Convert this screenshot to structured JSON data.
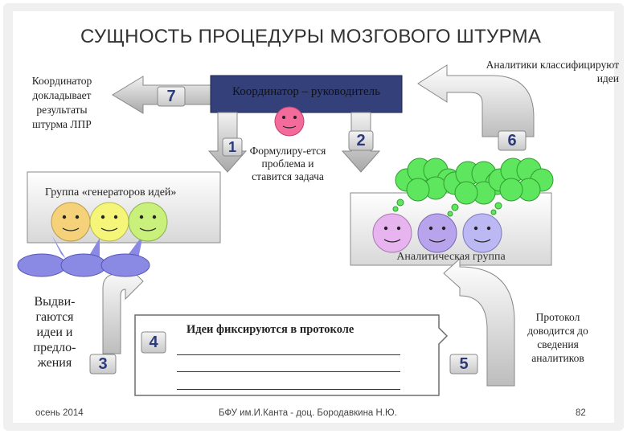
{
  "title": "СУЩНОСТЬ ПРОЦЕДУРЫ МОЗГОВОГО ШТУРМА",
  "coordinator_reports": "Координатор докладывает результаты штурма ЛПР",
  "analysts_classify": "Аналитики классифицируют идеи",
  "coordinator_box": "Координатор – руководитель",
  "generators_group": "Группа «генераторов идей»",
  "problem_text": "Формулиру-ется проблема и ставится задача",
  "analytic_group": "Аналитическая группа",
  "ideas_proposed": "Выдви-гаются идеи и предло-жения",
  "ideas_recorded": "Идеи фиксируются в протоколе",
  "protocol_delivered": "Протокол доводится до сведения аналитиков",
  "steps": [
    "1",
    "2",
    "3",
    "4",
    "5",
    "6",
    "7"
  ],
  "footer": {
    "date": "осень 2014",
    "author": "БФУ им.И.Канта - доц. Бородавкина Н.Ю.",
    "page": "82"
  },
  "colors": {
    "coordinator_box": "#33407a",
    "face_pink": "#f36b9a",
    "face_yellow": "#f5f57a",
    "face_green": "#c8f07a",
    "face_lilac": "#e8b4f0",
    "face_violet": "#b8a4ec",
    "face_lavender": "#bcb8f4",
    "speech_bubble": "#8a8ae4",
    "thought_cloud": "#5ee65e",
    "step_badge": "#dcdcdc"
  }
}
